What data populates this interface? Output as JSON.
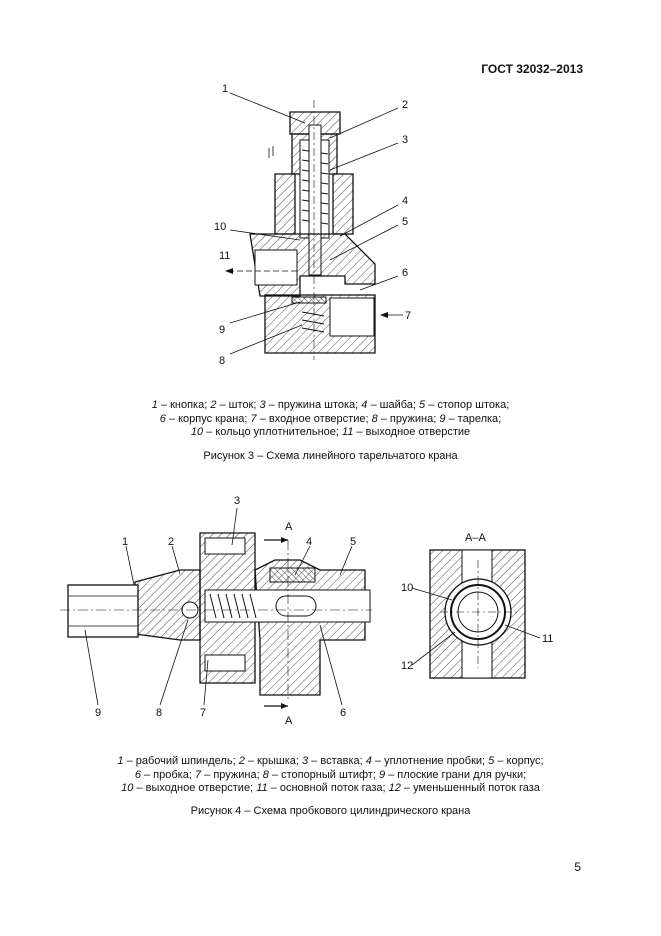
{
  "header": {
    "standard_code": "ГОСТ 32032–2013"
  },
  "figure3": {
    "callouts": [
      "1",
      "2",
      "3",
      "4",
      "5",
      "6",
      "7",
      "8",
      "9",
      "10",
      "11"
    ],
    "legend": [
      [
        {
          "n": "1",
          "t": " – кнопка; "
        },
        {
          "n": "2",
          "t": " – шток; "
        },
        {
          "n": "3",
          "t": " – пружина штока; "
        },
        {
          "n": "4",
          "t": " – шайба; "
        },
        {
          "n": "5",
          "t": " – стопор штока;"
        }
      ],
      [
        {
          "n": "6",
          "t": " – корпус крана; "
        },
        {
          "n": "7",
          "t": " – входное отверстие; "
        },
        {
          "n": "8",
          "t": " – пружина; "
        },
        {
          "n": "9",
          "t": " – тарелка;"
        }
      ],
      [
        {
          "n": "10",
          "t": " – кольцо уплотнительное; "
        },
        {
          "n": "11",
          "t": " – выходное отверстие"
        }
      ]
    ],
    "title": "Рисунок 3 – Схема линейного тарельчатого крана"
  },
  "figure4": {
    "callouts": [
      "1",
      "2",
      "3",
      "4",
      "5",
      "6",
      "7",
      "8",
      "9"
    ],
    "section_mark": "А",
    "section_title": "А–А",
    "section_callouts": [
      "10",
      "11",
      "12"
    ],
    "legend": [
      [
        {
          "n": "1",
          "t": " – рабочий шпиндель; "
        },
        {
          "n": "2",
          "t": " – крышка; "
        },
        {
          "n": "3",
          "t": " – вставка; "
        },
        {
          "n": "4",
          "t": " – уплотнение пробки; "
        },
        {
          "n": "5",
          "t": " – корпус;"
        }
      ],
      [
        {
          "n": "6",
          "t": " – пробка; "
        },
        {
          "n": "7",
          "t": " – пружина; "
        },
        {
          "n": "8",
          "t": " – стопорный штифт; "
        },
        {
          "n": "9",
          "t": " – плоские грани для ручки;"
        }
      ],
      [
        {
          "n": "10",
          "t": " – выходное отверстие; "
        },
        {
          "n": "11",
          "t": " – основной поток газа; "
        },
        {
          "n": "12",
          "t": " – уменьшенный поток газа"
        }
      ]
    ],
    "title": "Рисунок 4 – Схема пробкового цилиндрического крана"
  },
  "page_number": "5"
}
